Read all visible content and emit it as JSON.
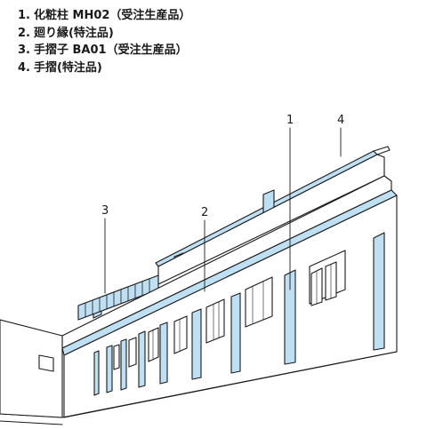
{
  "legend": [
    {
      "number": "1.",
      "label": "化粧柱 MH02（受注生産品）"
    },
    {
      "number": "2.",
      "label": "廻り縁(特注品)"
    },
    {
      "number": "3.",
      "label": "手摺子 BA01（受注生産品）"
    },
    {
      "number": "4.",
      "label": "手摺(特注品)"
    }
  ],
  "callouts": {
    "c1": "1",
    "c2": "2",
    "c3": "3",
    "c4": "4"
  },
  "colors": {
    "highlight": "#bfe0f2",
    "line": "#1a1a1a",
    "background": "#ffffff"
  }
}
